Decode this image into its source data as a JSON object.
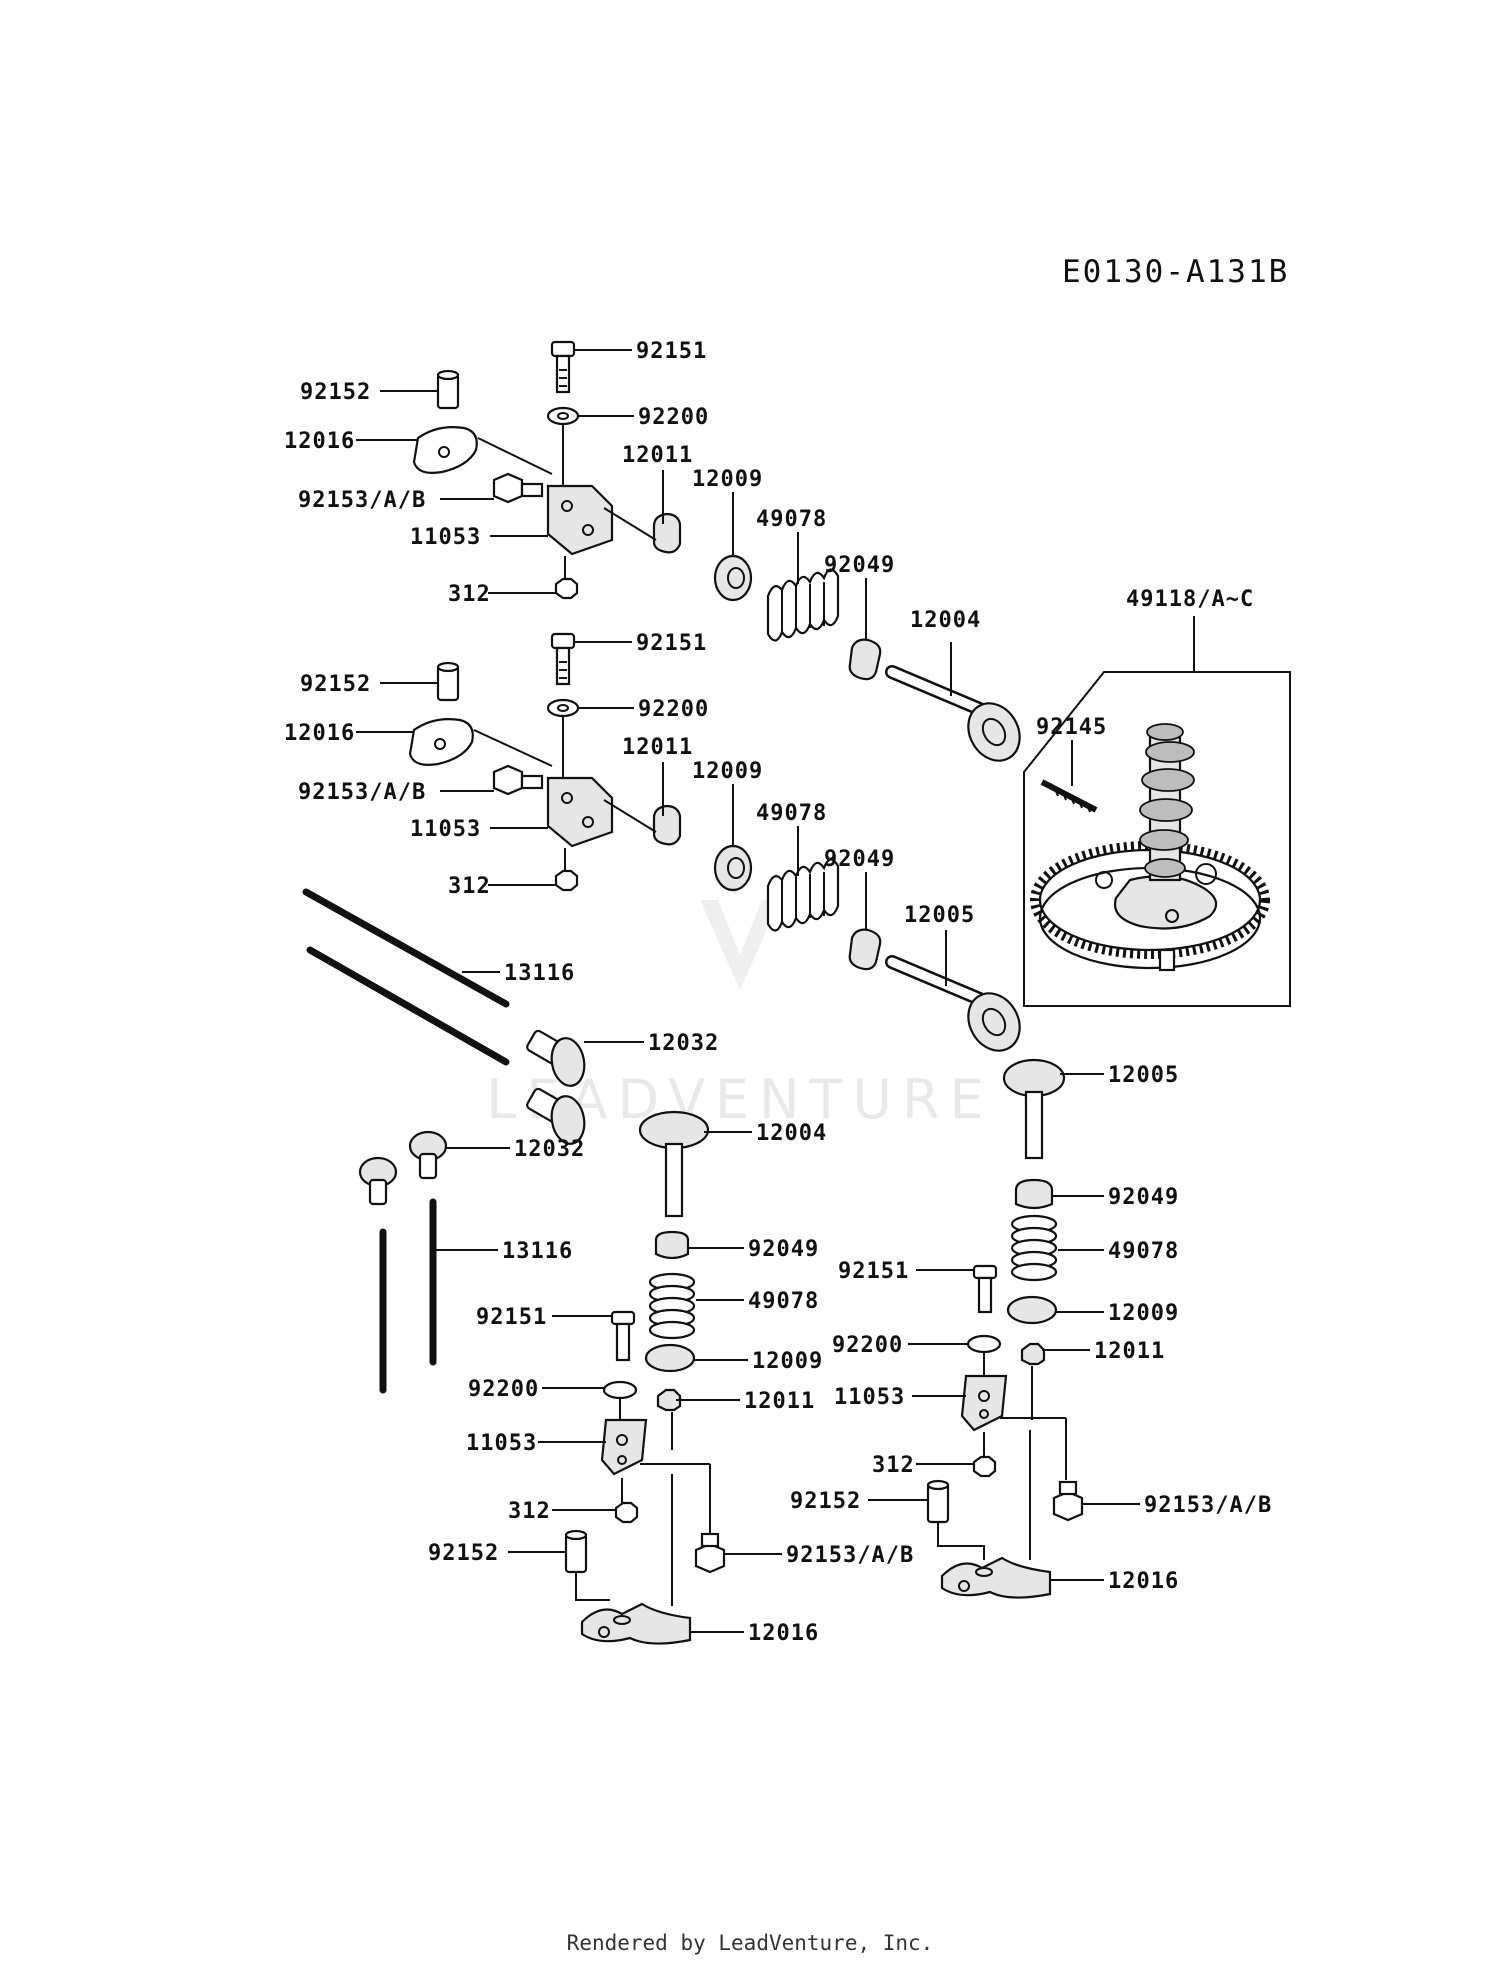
{
  "diagram_code": "E0130-A131B",
  "footer": "Rendered by LeadVenture, Inc.",
  "watermark": "LEADVENTURE",
  "callouts": {
    "u_92151": "92151",
    "u_92200": "92200",
    "u_92152": "92152",
    "u_12016": "12016",
    "u_12011": "12011",
    "u_92153": "92153/A/B",
    "u_12009": "12009",
    "u_11053": "11053",
    "u_49078": "49078",
    "u_92049": "92049",
    "u_312": "312",
    "u_12004": "12004",
    "m_92151": "92151",
    "m_92200": "92200",
    "m_92152": "92152",
    "m_12016": "12016",
    "m_12011": "12011",
    "m_92153": "92153/A/B",
    "m_12009": "12009",
    "m_11053": "11053",
    "m_49078": "49078",
    "m_92049": "92049",
    "m_312": "312",
    "m_12005": "12005",
    "cam_49118": "49118/A~C",
    "cam_92145": "92145",
    "pr_13116a": "13116",
    "pr_12032a": "12032",
    "pr_12032b": "12032",
    "pr_13116b": "13116",
    "c_12004": "12004",
    "c_92049": "92049",
    "c_49078": "49078",
    "c_92151": "92151",
    "c_12009": "12009",
    "c_92200": "92200",
    "c_12011": "12011",
    "c_11053": "11053",
    "c_312": "312",
    "c_92152": "92152",
    "c_92153": "92153/A/B",
    "c_12016": "12016",
    "r_12005": "12005",
    "r_92049": "92049",
    "r_49078": "49078",
    "r_92151": "92151",
    "r_12009": "12009",
    "r_92200": "92200",
    "r_12011": "12011",
    "r_11053": "11053",
    "r_312": "312",
    "r_92153": "92153/A/B",
    "r_92152": "92152",
    "r_12016": "12016"
  }
}
